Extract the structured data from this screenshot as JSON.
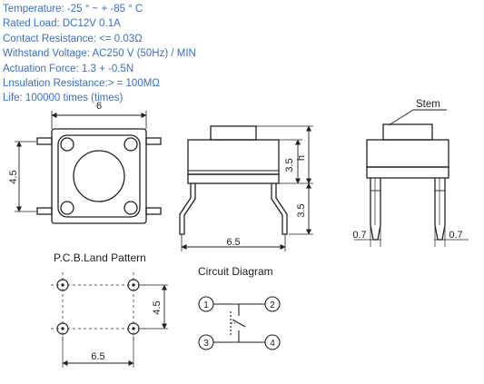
{
  "specs": [
    "Temperature: -25 ° ~ + -85 ° C",
    "Rated Load: DC12V 0.1A",
    "Contact Resistance: <= 0.03Ω",
    "Withstand Voltage: AC250 V (50Hz) / MIN",
    "Actuation Force: 1.3 + -0.5N",
    "Lnsulation Resistance:> = 100MΩ",
    "Life: 100000 times (times)"
  ],
  "colors": {
    "spec_text": "#3d6fc0",
    "line": "#222222"
  },
  "top_view": {
    "width_label": "6",
    "height_label": "4.5"
  },
  "front_view": {
    "height_label_1": "3.5",
    "height_label_2": "h",
    "height_label_3": "3.5",
    "width_label": "6.5"
  },
  "side_view": {
    "stem_label": "Stem",
    "pin_left_label": "0.7",
    "pin_right_label": "0.7"
  },
  "pcb": {
    "title": "P.C.B.Land Pattern",
    "height_label": "4.5",
    "width_label": "6.5"
  },
  "circuit": {
    "title": "Circuit Diagram",
    "pins": [
      "1",
      "2",
      "3",
      "4"
    ]
  }
}
